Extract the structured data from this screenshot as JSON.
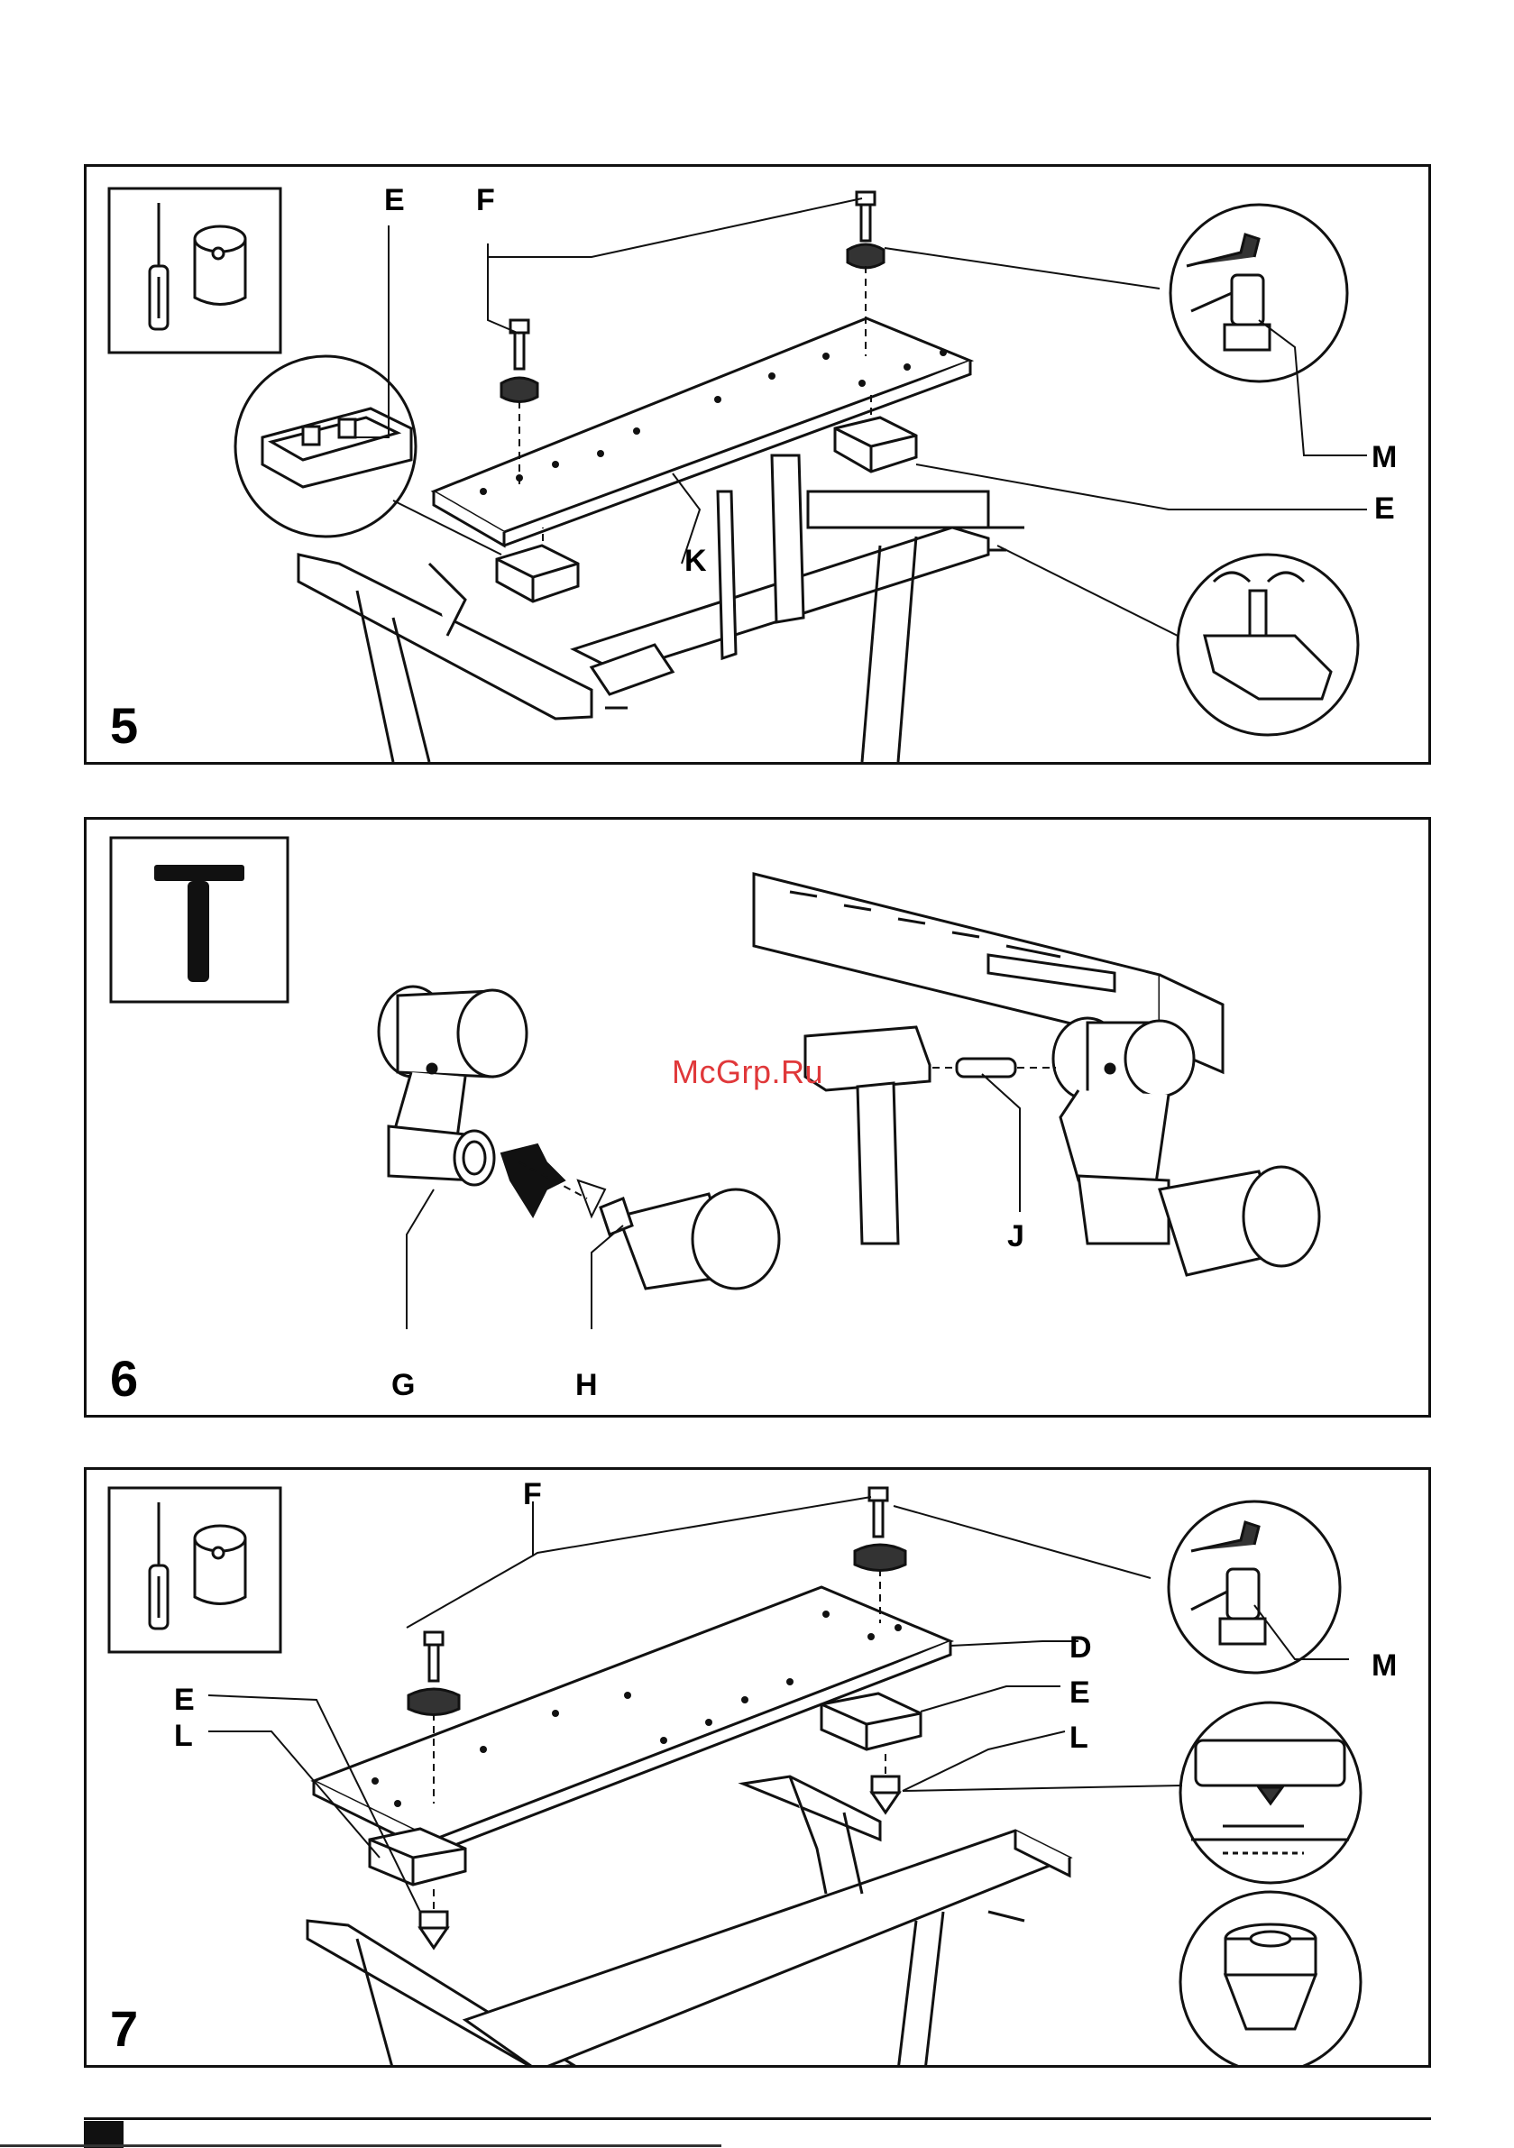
{
  "watermark": "McGrp.Ru",
  "figures": [
    {
      "number": "5",
      "callouts": {
        "e_top": "E",
        "f": "F",
        "k": "K",
        "m": "M",
        "e_right": "E"
      },
      "tool_icons": [
        "screwdriver-icon",
        "spacer-icon"
      ]
    },
    {
      "number": "6",
      "callouts": {
        "g": "G",
        "h": "H",
        "j": "J"
      },
      "tool_icons": [
        "hammer-icon"
      ]
    },
    {
      "number": "7",
      "callouts": {
        "f": "F",
        "d": "D",
        "e_right": "E",
        "l_right": "L",
        "m": "M",
        "e_left": "E",
        "l_left": "L"
      },
      "tool_icons": [
        "screwdriver-icon",
        "spacer-icon"
      ]
    }
  ]
}
